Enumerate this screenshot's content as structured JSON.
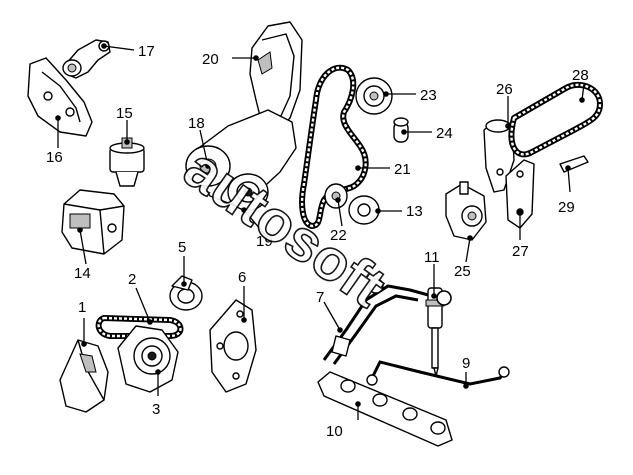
{
  "callouts": [
    {
      "id": "1",
      "label": "1"
    },
    {
      "id": "2",
      "label": "2"
    },
    {
      "id": "3",
      "label": "3"
    },
    {
      "id": "5",
      "label": "5"
    },
    {
      "id": "6",
      "label": "6"
    },
    {
      "id": "7",
      "label": "7"
    },
    {
      "id": "9",
      "label": "9"
    },
    {
      "id": "10",
      "label": "10"
    },
    {
      "id": "11",
      "label": "11"
    },
    {
      "id": "13",
      "label": "13"
    },
    {
      "id": "14",
      "label": "14"
    },
    {
      "id": "15",
      "label": "15"
    },
    {
      "id": "16",
      "label": "16"
    },
    {
      "id": "17",
      "label": "17"
    },
    {
      "id": "18",
      "label": "18"
    },
    {
      "id": "19",
      "label": "19"
    },
    {
      "id": "20",
      "label": "20"
    },
    {
      "id": "21",
      "label": "21"
    },
    {
      "id": "22",
      "label": "22"
    },
    {
      "id": "23",
      "label": "23"
    },
    {
      "id": "24",
      "label": "24"
    },
    {
      "id": "25",
      "label": "25"
    },
    {
      "id": "26",
      "label": "26"
    },
    {
      "id": "27",
      "label": "27"
    },
    {
      "id": "28",
      "label": "28"
    },
    {
      "id": "29",
      "label": "29"
    }
  ],
  "watermark": {
    "text": "autosoft"
  }
}
